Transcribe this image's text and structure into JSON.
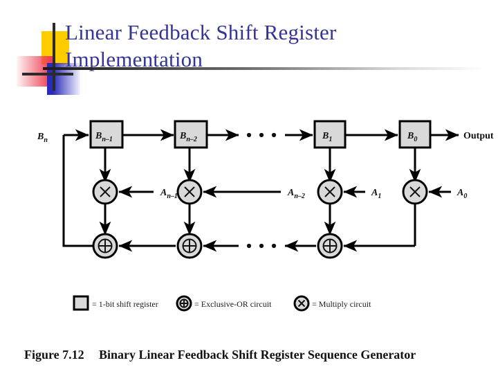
{
  "slide": {
    "title_line1": "Linear Feedback Shift Register",
    "title_line2": "Implementation",
    "title_color": "#333399"
  },
  "figure": {
    "caption_number": "Figure 7.12",
    "caption_text": "Binary Linear Feedback Shift Register Sequence Generator",
    "input_label": "Bn",
    "output_label": "Output",
    "ellipsis": "• • •",
    "registers": [
      {
        "base": "B",
        "sub": "n–1"
      },
      {
        "base": "B",
        "sub": "n–2"
      },
      {
        "base": "B",
        "sub": "1"
      },
      {
        "base": "B",
        "sub": "0"
      }
    ],
    "coefficients": [
      {
        "base": "A",
        "sub": "n–1"
      },
      {
        "base": "A",
        "sub": "n–2"
      },
      {
        "base": "A",
        "sub": "1"
      },
      {
        "base": "A",
        "sub": "0"
      }
    ],
    "multiply_glyph": "×",
    "xor_glyph": "⊕",
    "legend": [
      {
        "symbol": "square",
        "text": "= 1-bit shift register"
      },
      {
        "symbol": "xor",
        "text": "= Exclusive-OR circuit"
      },
      {
        "symbol": "multiply",
        "text": "= Multiply circuit"
      }
    ],
    "colors": {
      "node_fill": "#d9d9d9",
      "stroke": "#000000"
    }
  }
}
